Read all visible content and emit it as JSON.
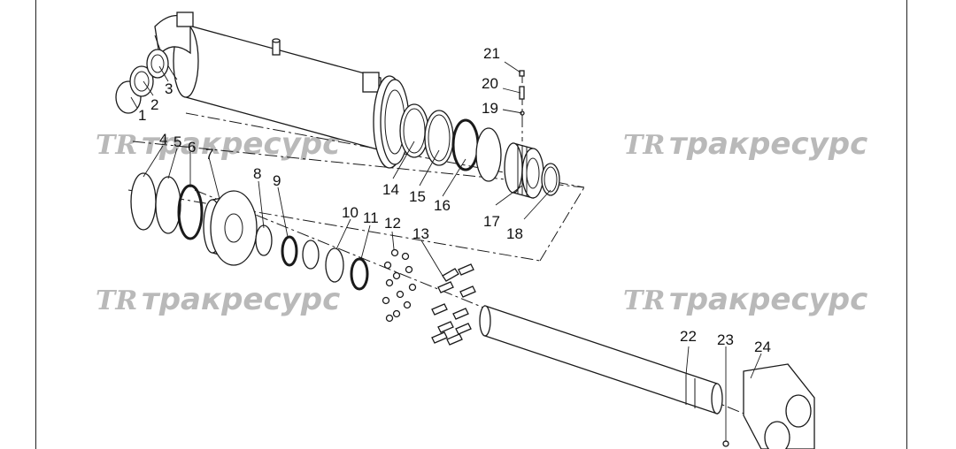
{
  "watermark": {
    "logo": "TR",
    "text": "тракресурс"
  },
  "callouts": [
    "1",
    "2",
    "3",
    "4",
    "5",
    "6",
    "7",
    "8",
    "9",
    "10",
    "11",
    "12",
    "13",
    "14",
    "15",
    "16",
    "17",
    "18",
    "19",
    "20",
    "21",
    "22",
    "23",
    "24"
  ]
}
